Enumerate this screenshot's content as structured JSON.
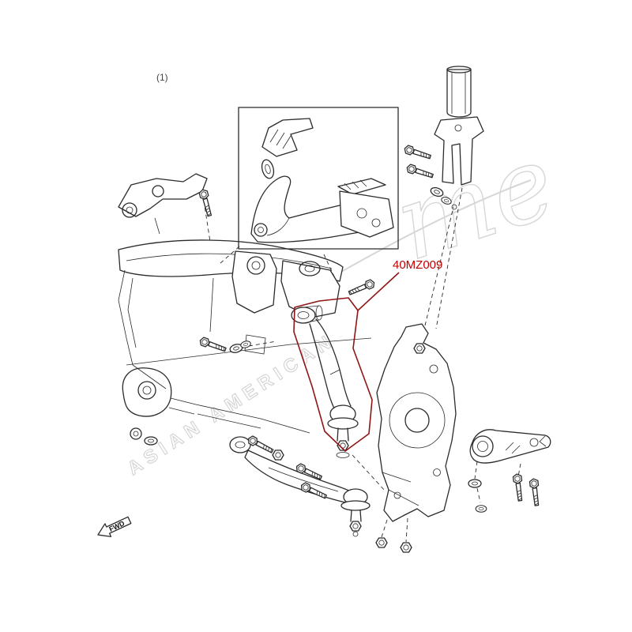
{
  "diagram": {
    "part_number": "40MZ009",
    "fwd_label": "FWD",
    "corner_mark": "(1)",
    "accent_color": "#c00000",
    "highlight_color": "#8f1616",
    "line_color": "#2b2b2b",
    "background_color": "#ffffff",
    "watermark": {
      "text": "ASIAN AMERICAN",
      "logo_text": "me",
      "color": "#d6d6d6"
    }
  }
}
